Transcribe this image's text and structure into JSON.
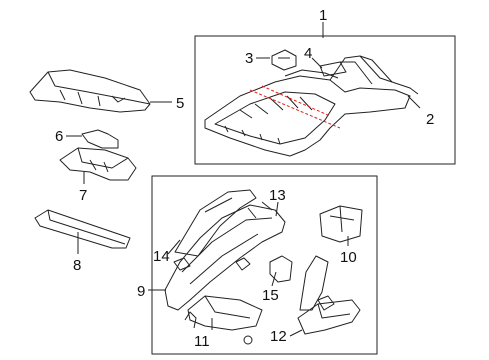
{
  "diagram": {
    "callouts": [
      {
        "id": "c1",
        "text": "1"
      },
      {
        "id": "c2",
        "text": "2"
      },
      {
        "id": "c3",
        "text": "3"
      },
      {
        "id": "c4",
        "text": "4"
      },
      {
        "id": "c5",
        "text": "5"
      },
      {
        "id": "c6",
        "text": "6"
      },
      {
        "id": "c7",
        "text": "7"
      },
      {
        "id": "c8",
        "text": "8"
      },
      {
        "id": "c9",
        "text": "9"
      },
      {
        "id": "c10",
        "text": "10"
      },
      {
        "id": "c11",
        "text": "11"
      },
      {
        "id": "c12",
        "text": "12"
      },
      {
        "id": "c13",
        "text": "13"
      },
      {
        "id": "c14",
        "text": "14"
      },
      {
        "id": "c15",
        "text": "15"
      }
    ],
    "colors": {
      "line": "#222222",
      "highlight": "#e02020",
      "background": "#ffffff"
    }
  }
}
